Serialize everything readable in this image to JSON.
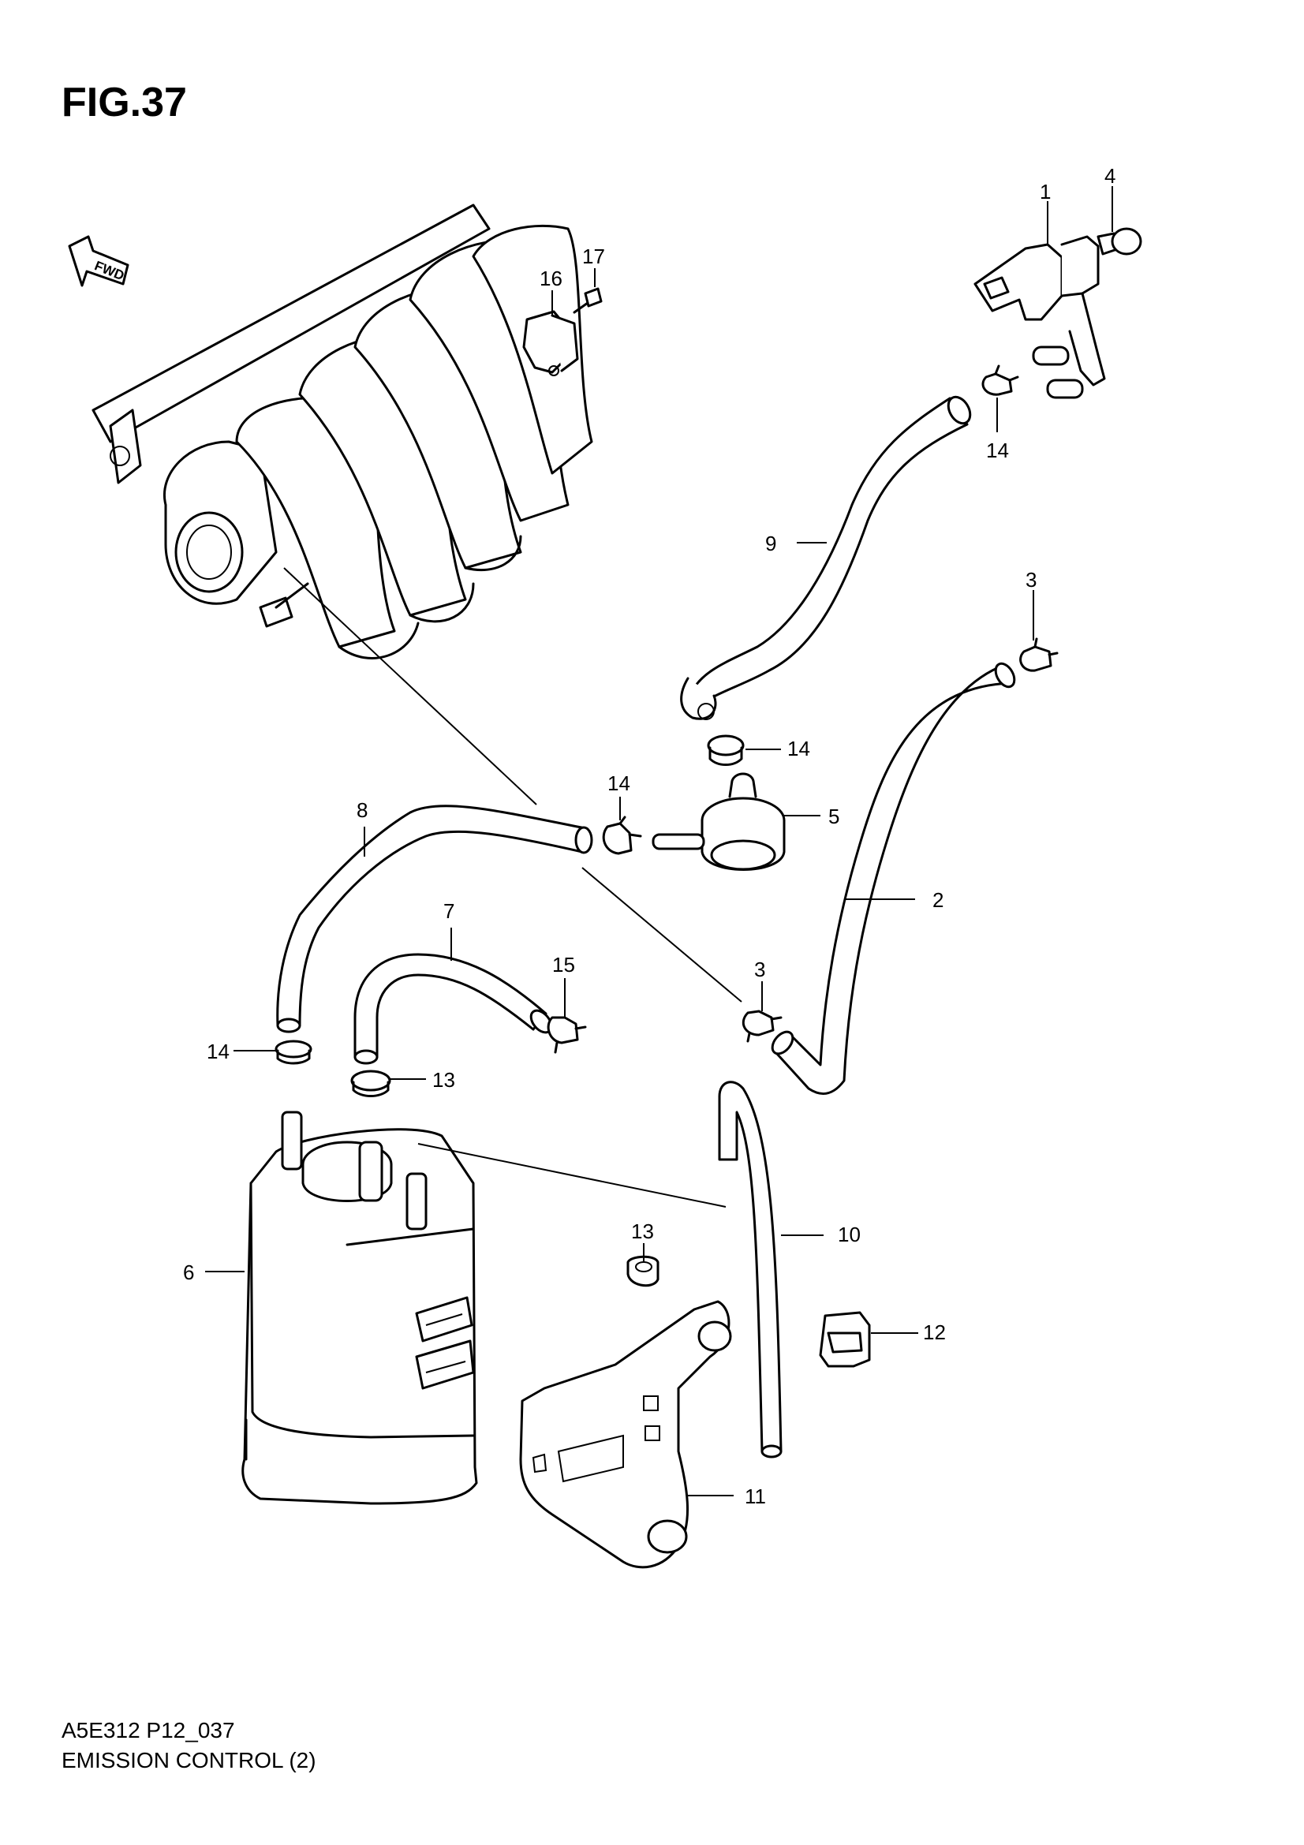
{
  "figure": {
    "title": "FIG.37",
    "code": "A5E312 P12_037",
    "name": "EMISSION CONTROL (2)",
    "fwd_label": "FWD"
  },
  "callouts": [
    {
      "id": "c1",
      "text": "1"
    },
    {
      "id": "c4",
      "text": "4"
    },
    {
      "id": "c17",
      "text": "17"
    },
    {
      "id": "c16",
      "text": "16"
    },
    {
      "id": "c14a",
      "text": "14"
    },
    {
      "id": "c9",
      "text": "9"
    },
    {
      "id": "c3a",
      "text": "3"
    },
    {
      "id": "c14b",
      "text": "14"
    },
    {
      "id": "c14c",
      "text": "14"
    },
    {
      "id": "c5",
      "text": "5"
    },
    {
      "id": "c8",
      "text": "8"
    },
    {
      "id": "c2",
      "text": "2"
    },
    {
      "id": "c7",
      "text": "7"
    },
    {
      "id": "c15",
      "text": "15"
    },
    {
      "id": "c3b",
      "text": "3"
    },
    {
      "id": "c14d",
      "text": "14"
    },
    {
      "id": "c13a",
      "text": "13"
    },
    {
      "id": "c6",
      "text": "6"
    },
    {
      "id": "c13b",
      "text": "13"
    },
    {
      "id": "c10",
      "text": "10"
    },
    {
      "id": "c12",
      "text": "12"
    },
    {
      "id": "c11",
      "text": "11"
    }
  ]
}
